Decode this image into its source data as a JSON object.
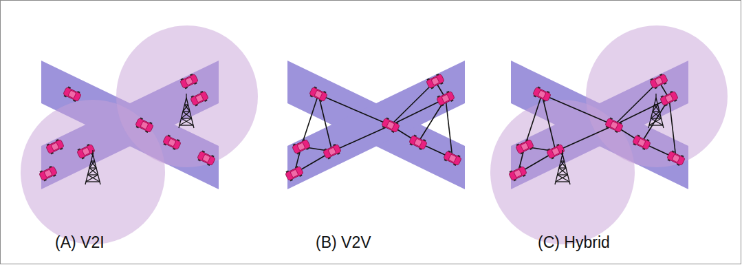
{
  "diagram": {
    "labels": [
      "(A) V2I",
      "(B) V2V",
      "(C) Hybrid"
    ]
  }
}
